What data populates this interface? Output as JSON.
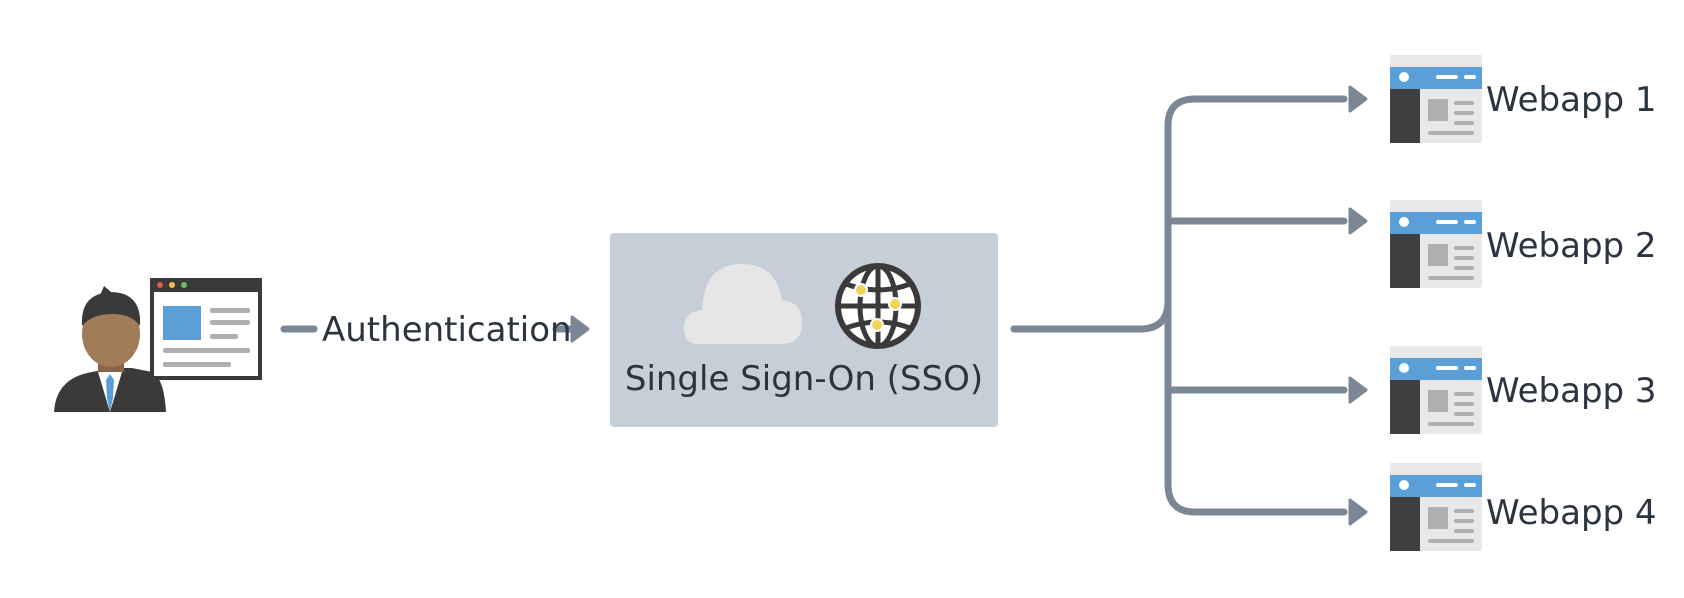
{
  "diagram": {
    "auth_label": "Authentication",
    "sso_label": "Single Sign-On (SSO)",
    "webapps": [
      {
        "label": "Webapp 1"
      },
      {
        "label": "Webapp 2"
      },
      {
        "label": "Webapp 3"
      },
      {
        "label": "Webapp 4"
      }
    ]
  },
  "icons": {
    "user": "user-with-browser-icon",
    "cloud": "cloud-icon",
    "globe": "globe-network-icon",
    "webapp": "web-page-icon"
  },
  "colors": {
    "connector": "#7b8794",
    "sso_box": "#c6cfd8",
    "text": "#2c3440",
    "accent_blue": "#5a9fd8",
    "dark": "#404040"
  }
}
